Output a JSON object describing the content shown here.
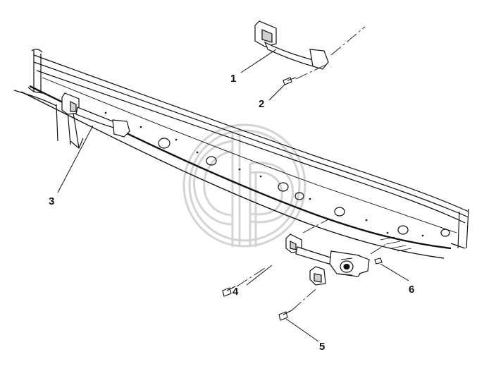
{
  "diagram": {
    "type": "exploded parts diagram",
    "callouts": [
      {
        "id": "1",
        "label": "1"
      },
      {
        "id": "2",
        "label": "2"
      },
      {
        "id": "3",
        "label": "3"
      },
      {
        "id": "4",
        "label": "4"
      },
      {
        "id": "5",
        "label": "5"
      },
      {
        "id": "6",
        "label": "6"
      }
    ],
    "watermark": {
      "text": "GP",
      "color": "#bdbdbd"
    },
    "colors": {
      "line": "#111111",
      "background": "#ffffff"
    }
  }
}
